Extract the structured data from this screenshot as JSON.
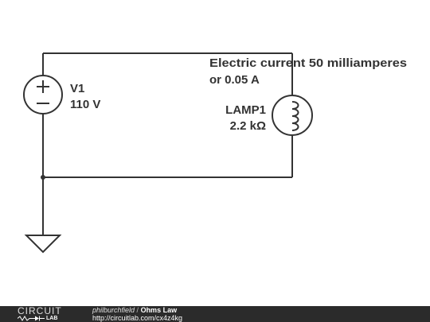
{
  "components": {
    "source": {
      "name": "V1",
      "value": "110 V"
    },
    "lamp": {
      "name": "LAMP1",
      "value": "2.2 kΩ"
    }
  },
  "annotation": {
    "line1": "Electric current 50 milliamperes",
    "line2": "or 0.05 A"
  },
  "footer": {
    "logo_top": "CIRCUIT",
    "logo_bottom": "LAB",
    "author": "philburchfield",
    "separator": " / ",
    "title": "Ohms Law",
    "url": "http://circuitlab.com/cx4z4kg"
  }
}
